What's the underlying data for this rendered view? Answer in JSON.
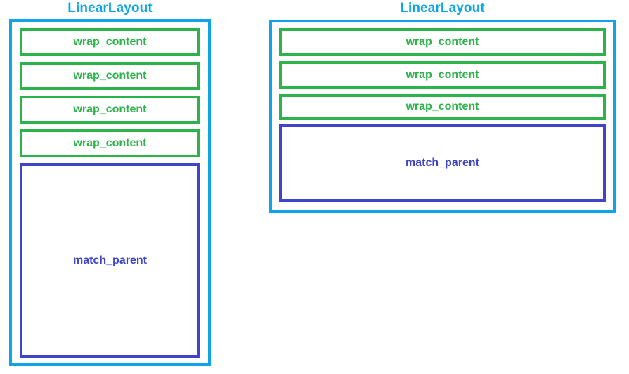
{
  "colors": {
    "container_border": "#0FA3E8",
    "title_text": "#0FA3E8",
    "wrap_content_border": "#2CB34A",
    "wrap_content_text": "#2CB34A",
    "match_parent_border": "#3F45C8",
    "match_parent_text": "#3F45C8",
    "background": "#FFFFFF"
  },
  "diagrams": [
    {
      "id": "vertical-fill",
      "title": "LinearLayout",
      "children": [
        {
          "label": "wrap_content",
          "type": "wrap_content"
        },
        {
          "label": "wrap_content",
          "type": "wrap_content"
        },
        {
          "label": "wrap_content",
          "type": "wrap_content"
        },
        {
          "label": "wrap_content",
          "type": "wrap_content"
        },
        {
          "label": "match_parent",
          "type": "match_parent"
        }
      ]
    },
    {
      "id": "vertical-compact",
      "title": "LinearLayout",
      "children": [
        {
          "label": "wrap_content",
          "type": "wrap_content"
        },
        {
          "label": "wrap_content",
          "type": "wrap_content"
        },
        {
          "label": "wrap_content",
          "type": "wrap_content"
        },
        {
          "label": "match_parent",
          "type": "match_parent"
        }
      ]
    }
  ]
}
